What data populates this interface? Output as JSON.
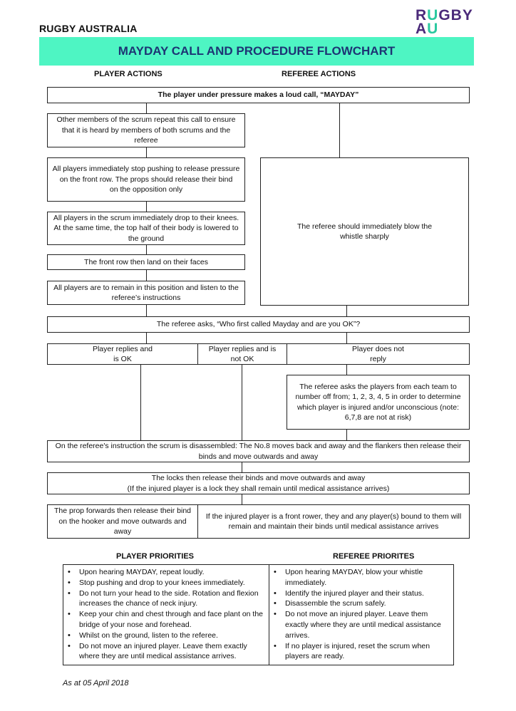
{
  "header": {
    "organisation": "RUGBY AUSTRALIA",
    "logo_line1_a": "R",
    "logo_line1_u": "U",
    "logo_line1_b": "GBY",
    "logo_line2_a": "A",
    "logo_line2_u": "U",
    "title": "MAYDAY CALL AND PROCEDURE FLOWCHART"
  },
  "columns": {
    "player": "PLAYER ACTIONS",
    "referee": "REFEREE ACTIONS"
  },
  "flow": {
    "start": "The player under pressure makes a loud call, “MAYDAY”",
    "p1": "Other members of the scrum repeat this call to ensure that it is heard by members of both scrums and the referee",
    "p2a": "All players immediately stop pushing to release pressure on the front row.  The props should release their bind",
    "p2b": "on the opposition only",
    "r1": "The referee should immediately blow the whistle sharply",
    "p3": "All players in the scrum immediately drop to their knees. At the same time, the top half of their body is lowered to the ground",
    "p4": "The front row then land on their faces",
    "p5": "All players are to remain in this position and listen to the referee’s instructions",
    "ask": "The referee asks, “Who first called Mayday and are you OK”?",
    "ok": "Player replies and is OK",
    "notok": "Player replies and is not OK",
    "noreply": "Player does not reply",
    "numberoff": "The referee asks the players from each team to number off from; 1, 2, 3, 4, 5 in order to determine which player is injured and/or unconscious (note: 6,7,8 are not at risk)",
    "disassemble": "On the referee's instruction the scrum is disassembled: The No.8 moves back and away and the flankers then release their binds and move outwards and away",
    "locks1": "The locks then release their binds and move outwards and away",
    "locks2": "(If the injured player is a lock they shall remain until medical assistance arrives)",
    "props": "The prop forwards then release their bind on the hooker and move outwards and away",
    "frontrower": "If the injured player is a front rower, they and any player(s) bound to them will remain and maintain their binds until medical assistance arrives"
  },
  "priorities": {
    "player_title": "PLAYER PRIORITIES",
    "referee_title": "REFEREE PRIORITES",
    "player_items": [
      "Upon hearing MAYDAY, repeat loudly.",
      "Stop pushing and drop to your knees immediately.",
      "Do not turn your head to the side. Rotation and flexion increases the chance of neck injury.",
      "Keep your chin and chest through and face plant on the bridge of your nose and forehead.",
      "Whilst on the ground, listen to the referee.",
      "Do not move an injured player. Leave them exactly where they are until medical assistance arrives."
    ],
    "referee_items": [
      "Upon hearing MAYDAY, blow your whistle immediately.",
      "Identify the injured player and their status.",
      "Disassemble the scrum safely.",
      "Do not move an injured player. Leave them exactly where they are until medical assistance arrives.",
      "If no player is injured, reset the scrum when players are ready."
    ]
  },
  "footer": "As at 05 April 2018"
}
